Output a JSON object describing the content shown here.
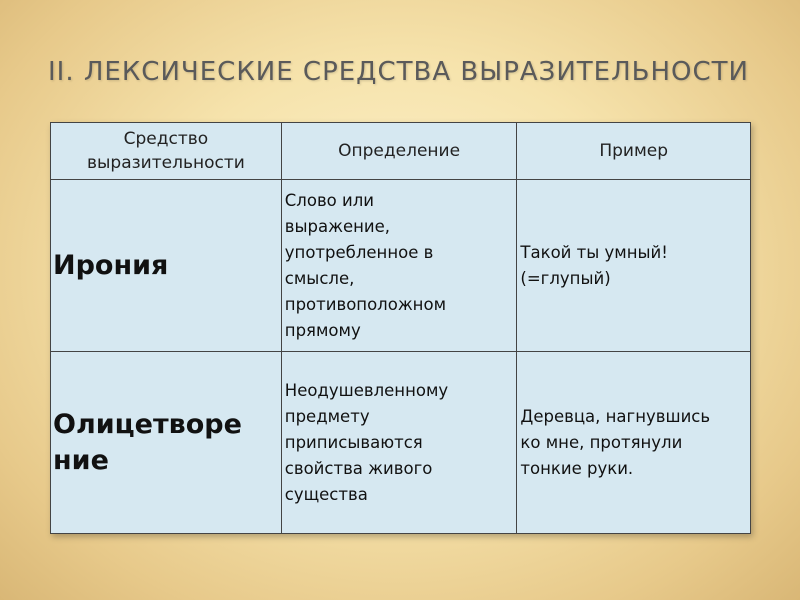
{
  "slide": {
    "title": "II. ЛЕКСИЧЕСКИЕ СРЕДСТВА ВЫРАЗИТЕЛЬНОСТИ"
  },
  "table": {
    "headers": [
      "Средство\nвыразительности",
      "Определение",
      "Пример"
    ],
    "rows": [
      {
        "term": "Ирония",
        "definition": "Слово или\nвыражение,\nупотребленное в\nсмысле,\nпротивоположном\nпрямому",
        "example": "Такой ты умный!\n(=глупый)"
      },
      {
        "term": "Олицетворе\nние",
        "definition": "Неодушевленному\nпредмету\nприписываются\nсвойства живого\nсущества",
        "example": "Деревца, нагнувшись\nко мне, протянули\nтонкие руки."
      }
    ]
  }
}
